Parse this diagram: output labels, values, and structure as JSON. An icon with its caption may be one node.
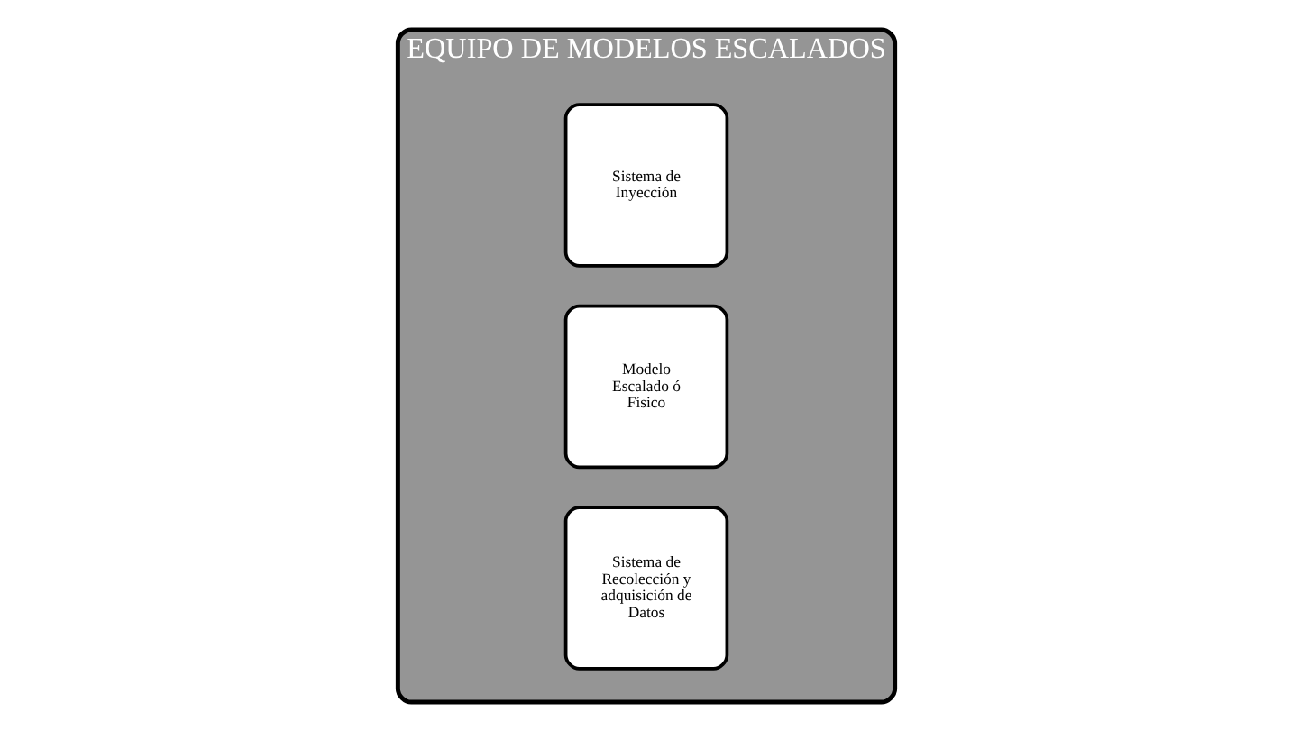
{
  "diagram": {
    "nodes": [
      {
        "text": [
          "EQUIPO DE MODELOS ESCALADOS"
        ]
      },
      {
        "text": [
          "Sistema de Inyección"
        ],
        "in": 0
      },
      {
        "text": [
          "Modelo Escalado ó Físico"
        ],
        "in": 0
      },
      {
        "text": [
          "Sistema de Recolección y adquisición de Datos"
        ],
        "in": 0
      }
    ]
  }
}
